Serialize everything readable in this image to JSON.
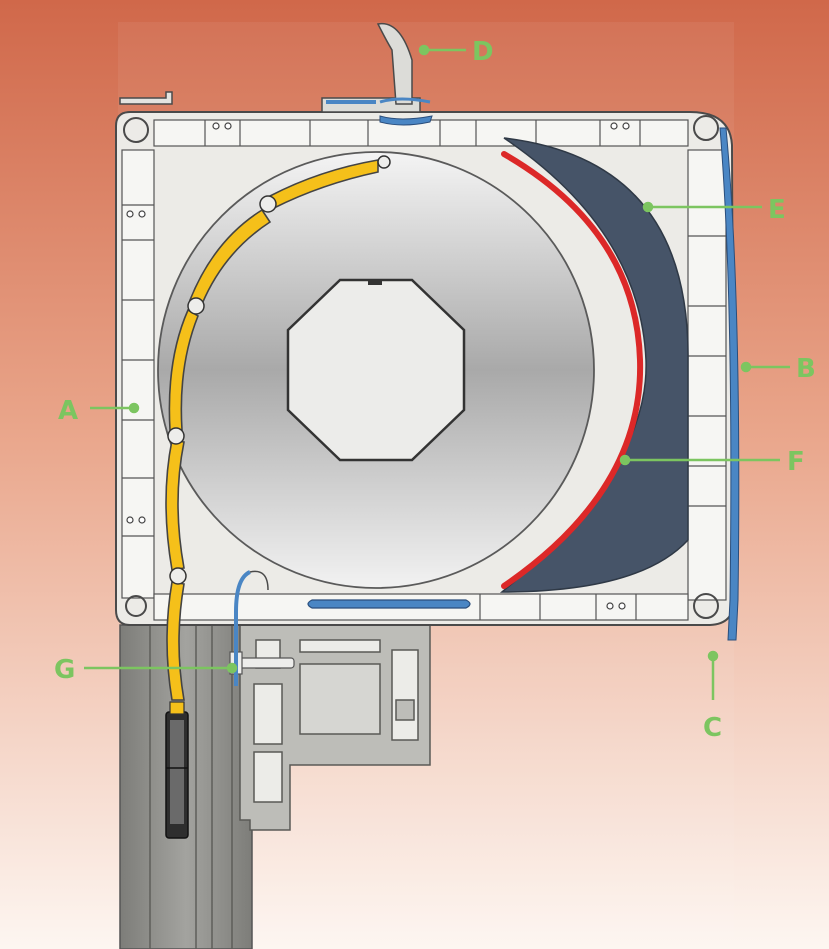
{
  "labels": {
    "a": "A",
    "b": "B",
    "c": "C",
    "d": "D",
    "e": "E",
    "f": "F",
    "g": "G"
  },
  "colors": {
    "background_top": "#d2704e",
    "background_bottom": "#fbf4ef",
    "frame": "#ecebe7",
    "frame_outline": "#4a4a4a",
    "slat": "#f5c01a",
    "insulation": "#465468",
    "seal_red": "#dc2828",
    "seal_blue": "#4a86c4",
    "window_grey": "#8c8c88",
    "label_green": "#7cc560"
  }
}
